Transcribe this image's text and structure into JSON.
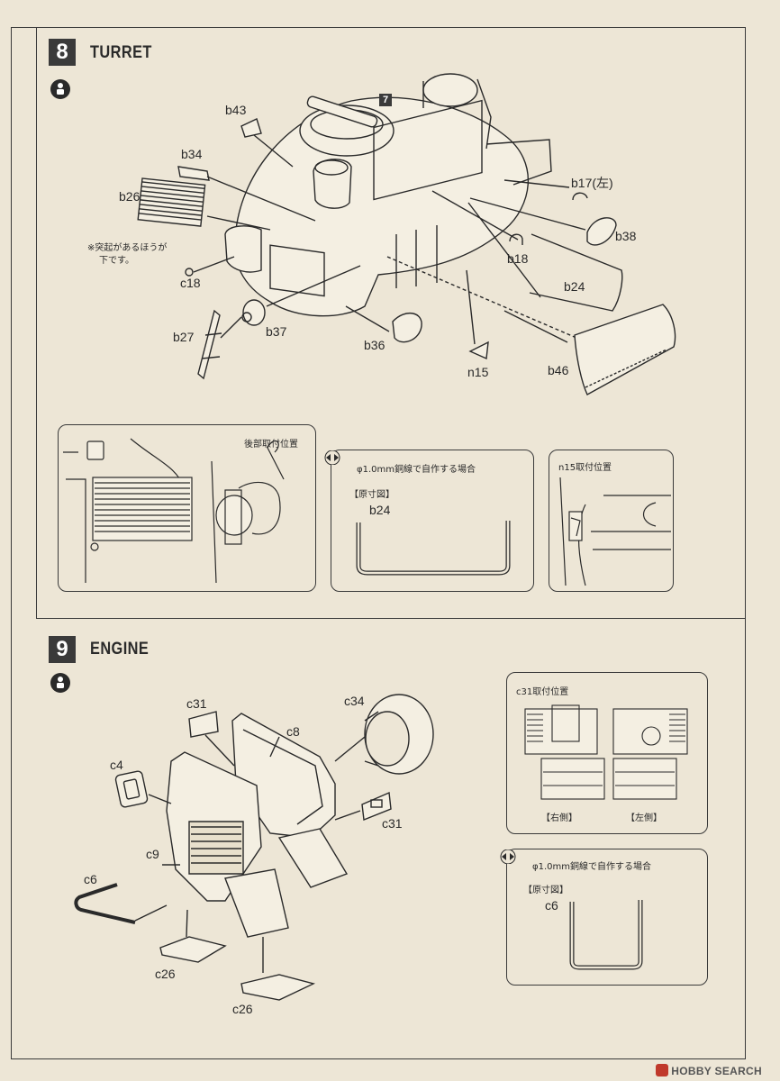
{
  "steps": [
    {
      "number": "8",
      "title": "TURRET",
      "callout_step": "7",
      "part_labels": {
        "b43": "b43",
        "b34": "b34",
        "b26": "b26",
        "c18": "c18",
        "b27": "b27",
        "b37": "b37",
        "b36": "b36",
        "n15": "n15",
        "b46": "b46",
        "b24": "b24",
        "b18": "b18",
        "b38": "b38",
        "b17": "b17(左)"
      },
      "note_line1": "※突起があるほうが",
      "note_line2": "下です。",
      "insets": {
        "rear": {
          "title": "後部取付位置"
        },
        "wire": {
          "title": "φ1.0mm銅線で自作する場合",
          "diagram_label": "【原寸図】",
          "part": "b24"
        },
        "n15pos": {
          "title": "n15取付位置"
        }
      }
    },
    {
      "number": "9",
      "title": "ENGINE",
      "part_labels": {
        "c31a": "c31",
        "c8": "c8",
        "c34": "c34",
        "c4": "c4",
        "c9": "c9",
        "c31b": "c31",
        "c6": "c6",
        "c26a": "c26",
        "c26b": "c26"
      },
      "insets": {
        "c31pos": {
          "title": "c31取付位置",
          "right_side": "【右側】",
          "left_side": "【左側】"
        },
        "wire": {
          "title": "φ1.0mm銅線で自作する場合",
          "diagram_label": "【原寸図】",
          "part": "c6"
        }
      }
    }
  ],
  "watermark": "HOBBY SEARCH",
  "icons": {
    "glue": "glue-icon",
    "arrows": "double-arrow-icon"
  }
}
